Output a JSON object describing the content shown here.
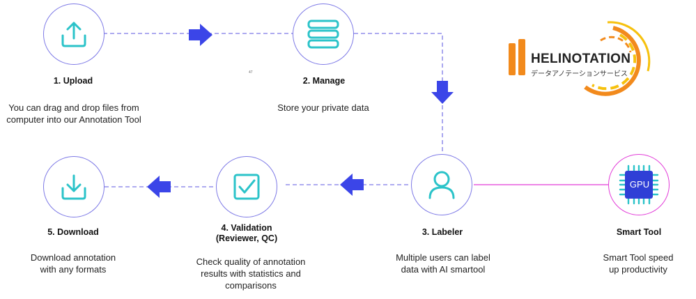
{
  "steps": {
    "upload": {
      "title": "1. Upload",
      "desc_lines": [
        "You can drag and drop files from",
        "computer into our Annotation Tool"
      ]
    },
    "manage": {
      "title": "2. Manage",
      "desc_lines": [
        "Store your private data"
      ]
    },
    "labeler": {
      "title": "3. Labeler",
      "desc_lines": [
        "Multiple users can label",
        "data with AI smartool"
      ]
    },
    "validation": {
      "title_lines": [
        "4. Validation",
        "(Reviewer, QC)"
      ],
      "desc_lines": [
        "Check quality of annotation",
        "results with statistics and",
        "comparisons"
      ]
    },
    "download": {
      "title": "5. Download",
      "desc_lines": [
        "Download annotation",
        "with any formats"
      ]
    },
    "smart_tool": {
      "title": "Smart Tool",
      "desc_lines": [
        "Smart Tool speed",
        "up productivity"
      ],
      "chip_label": "GPU"
    }
  },
  "stray_mark": "47",
  "logo": {
    "name": "HELINOTATION",
    "tagline": "データアノテーションサービス"
  },
  "colors": {
    "accent_blue": "#3b45e8",
    "circle_border": "#7d79e6",
    "icon_teal": "#2bc3c9",
    "pink": "#e23bd8",
    "logo_orange": "#f28a1c",
    "logo_yellow": "#f6c10e"
  }
}
